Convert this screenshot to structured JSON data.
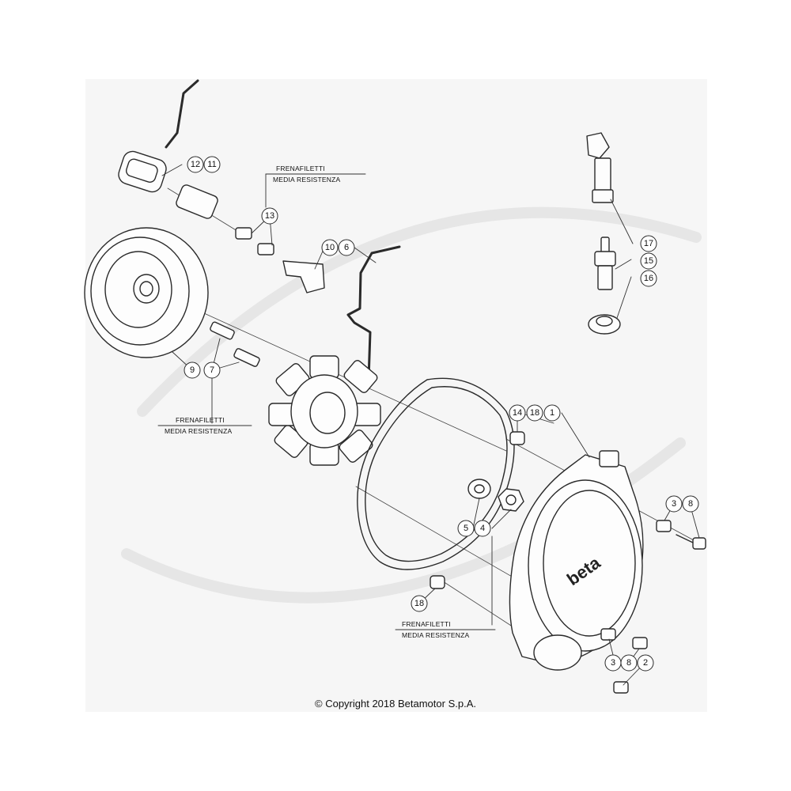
{
  "callouts": {
    "c1": "1",
    "c2": "2",
    "c3a": "3",
    "c3b": "3",
    "c4": "4",
    "c5": "5",
    "c6": "6",
    "c7": "7",
    "c8a": "8",
    "c8b": "8",
    "c9": "9",
    "c10": "10",
    "c11": "11",
    "c12": "12",
    "c13": "13",
    "c14": "14",
    "c15": "15",
    "c16": "16",
    "c17": "17",
    "c18a": "18",
    "c18b": "18"
  },
  "notes": {
    "top_line1": "FRENAFILETTI",
    "top_line2": "MEDIA RESISTENZA",
    "left_line1": "FRENAFILETTI",
    "left_line2": "MEDIA RESISTENZA",
    "bottom_line1": "FRENAFILETTI",
    "bottom_line2": "MEDIA RESISTENZA"
  },
  "copyright": "© Copyright 2018 Betamotor S.p.A.",
  "cover_logo": "beta"
}
